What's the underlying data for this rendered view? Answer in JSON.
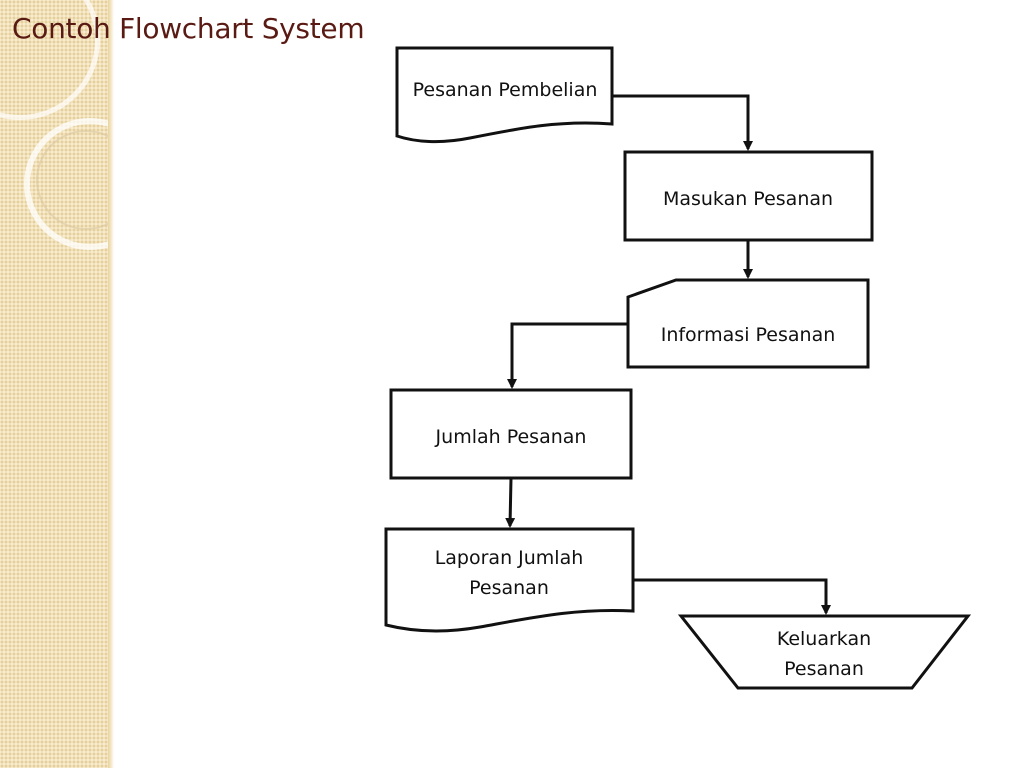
{
  "slide": {
    "title": "Contoh Flowchart System"
  },
  "flowchart": {
    "nodes": [
      {
        "id": "pesanan-pembelian",
        "shape": "document",
        "lines": [
          "Pesanan Pembelian"
        ]
      },
      {
        "id": "masukan-pesanan",
        "shape": "process",
        "lines": [
          "Masukan Pesanan"
        ]
      },
      {
        "id": "informasi-pesanan",
        "shape": "punched-card",
        "lines": [
          "Informasi Pesanan"
        ]
      },
      {
        "id": "jumlah-pesanan",
        "shape": "process",
        "lines": [
          "Jumlah Pesanan"
        ]
      },
      {
        "id": "laporan-jumlah-pesanan",
        "shape": "document",
        "lines": [
          "Laporan Jumlah",
          "Pesanan"
        ]
      },
      {
        "id": "keluarkan-pesanan",
        "shape": "manual-operation",
        "lines": [
          "Keluarkan",
          "Pesanan"
        ]
      }
    ],
    "edges": [
      {
        "from": "pesanan-pembelian",
        "to": "masukan-pesanan"
      },
      {
        "from": "masukan-pesanan",
        "to": "informasi-pesanan"
      },
      {
        "from": "informasi-pesanan",
        "to": "jumlah-pesanan"
      },
      {
        "from": "jumlah-pesanan",
        "to": "laporan-jumlah-pesanan"
      },
      {
        "from": "laporan-jumlah-pesanan",
        "to": "keluarkan-pesanan"
      }
    ]
  }
}
